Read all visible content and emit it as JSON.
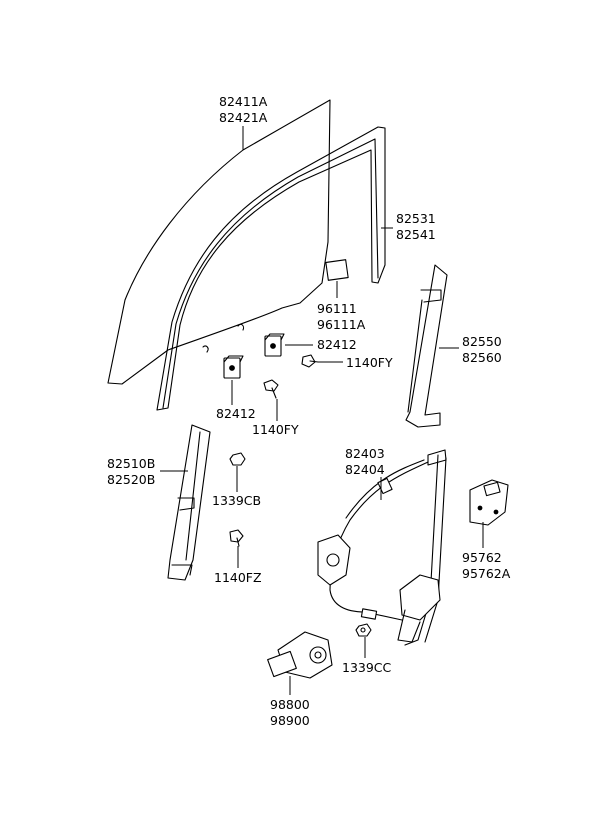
{
  "labels": {
    "glass": [
      "82411A",
      "82421A"
    ],
    "run_channel": [
      "82531",
      "82541"
    ],
    "label_sticker": [
      "96111",
      "96111A"
    ],
    "rear_channel": [
      "82550",
      "82560"
    ],
    "clip_a": "82412",
    "bolt_a": "1140FY",
    "clip_b": "82412",
    "bolt_b": "1140FY",
    "front_channel": [
      "82510B",
      "82520B"
    ],
    "nut_a": "1339CB",
    "bolt_c": "1140FZ",
    "regulator": [
      "82403",
      "82404"
    ],
    "bracket": [
      "95762",
      "95762A"
    ],
    "nut_b": "1339CC",
    "motor": [
      "98800",
      "98900"
    ]
  }
}
